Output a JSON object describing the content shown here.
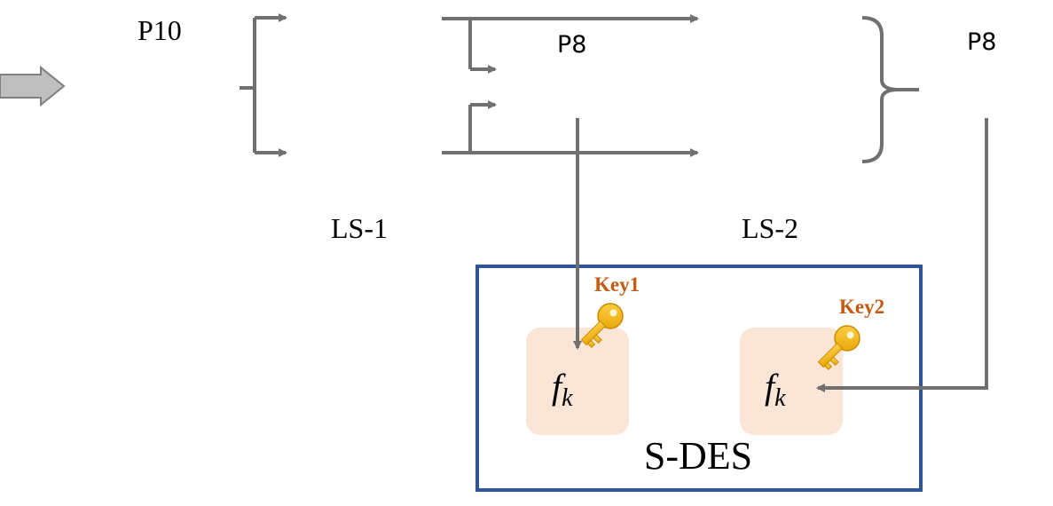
{
  "labels": {
    "p10": "P10",
    "p8_middle": "P8",
    "p8_right": "P8",
    "ls1": "LS-1",
    "ls2": "LS-2",
    "key1": "Key1",
    "key2": "Key2",
    "fk_1_f": "f",
    "fk_1_sub": "k",
    "fk_2_f": "f",
    "fk_2_sub": "k",
    "sdes": "S-DES"
  },
  "colors": {
    "line": "#707070",
    "box_border": "#2f5597",
    "fk_fill": "#fbe5d6",
    "key_text": "#c55a11",
    "key_icon": "#f4b400",
    "input_arrow_fill": "#bfbfbf",
    "input_arrow_stroke": "#7f7f7f"
  },
  "icons": {
    "input_arrow": "block-arrow-right-icon",
    "key1": "key-icon",
    "key2": "key-icon"
  }
}
